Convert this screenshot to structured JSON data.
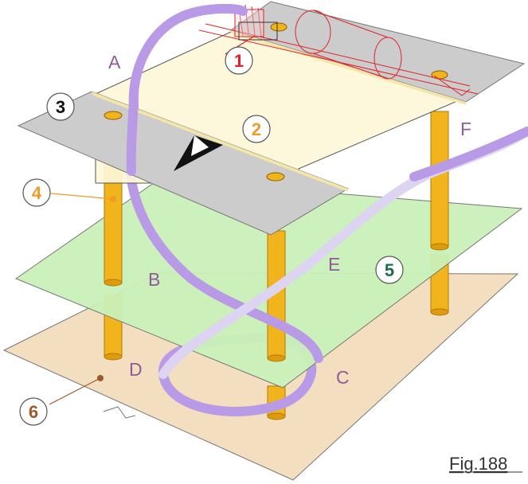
{
  "figure": {
    "caption": "Fig.188",
    "letters": {
      "A": "A",
      "B": "B",
      "C": "C",
      "D": "D",
      "E": "E",
      "F": "F"
    },
    "callouts": {
      "n1": "1",
      "n2": "2",
      "n3": "3",
      "n4": "4",
      "n5": "5",
      "n6": "6"
    }
  },
  "colors": {
    "board_base": "#f3dfbf",
    "board_mid": "#c9f0b8",
    "board_top": "#fdf6d8",
    "metal_plate": "#cccccc",
    "standoff": "#f2b41c",
    "cable": "#b99ae6",
    "cable_light": "#ddd4f2",
    "callout_orange": "#f09a28",
    "callout_red": "#e0222a",
    "callout_green": "#1d6b4a",
    "callout_brown": "#9a5a2c",
    "label_purple": "#8e5a9c"
  }
}
